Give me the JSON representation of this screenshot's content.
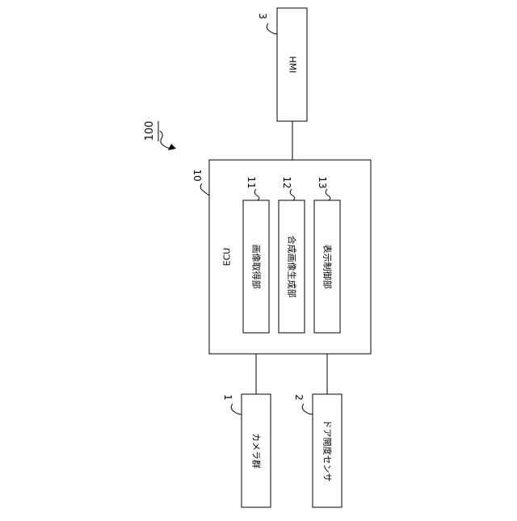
{
  "diagram": {
    "system_ref": "100",
    "ecu": {
      "ref": "10",
      "label": "ECU"
    },
    "modules": [
      {
        "ref": "11",
        "label": "画像取得部"
      },
      {
        "ref": "12",
        "label": "合成画像生成部"
      },
      {
        "ref": "13",
        "label": "表示制御部"
      }
    ],
    "hmi": {
      "ref": "3",
      "label": "HMI"
    },
    "camera_group": {
      "ref": "1",
      "label": "カメラ群"
    },
    "door_sensor": {
      "ref": "2",
      "label": "ドア開度センサ"
    }
  }
}
